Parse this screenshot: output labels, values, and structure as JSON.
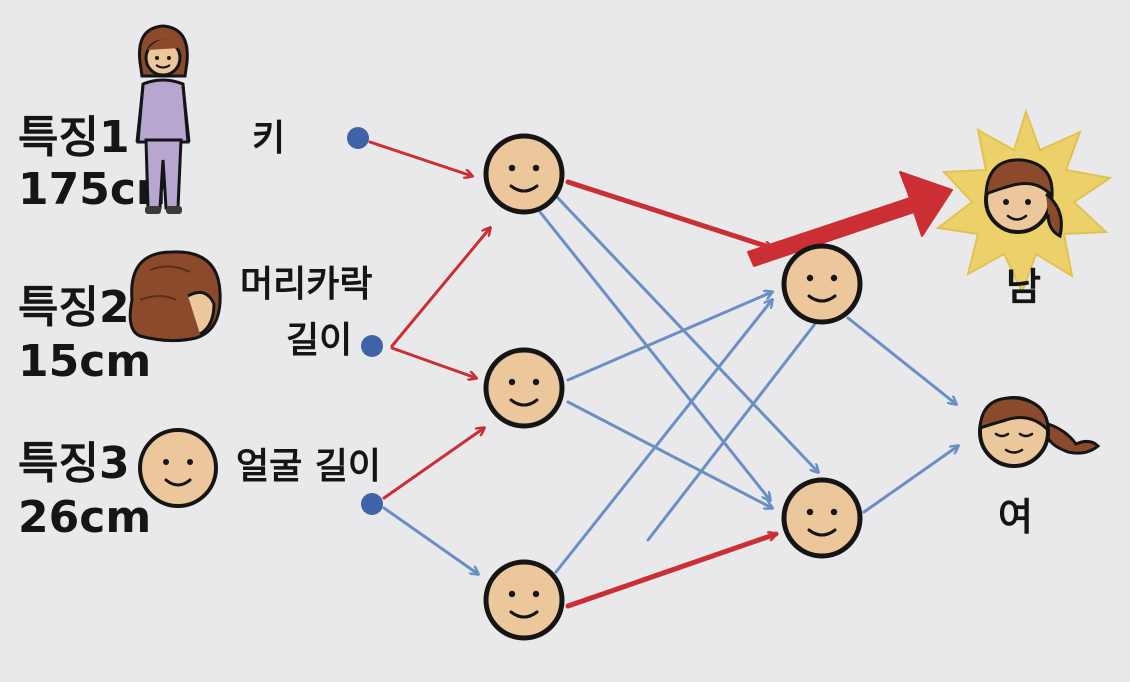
{
  "features": [
    {
      "name": "특징1",
      "value": "175cm",
      "attribute": "키"
    },
    {
      "name": "특징2",
      "value": "15cm",
      "attribute_line1": "머리카락",
      "attribute_line2": "길이"
    },
    {
      "name": "특징3",
      "value": "26cm",
      "attribute": "얼굴 길이"
    }
  ],
  "outputs": {
    "male": "남",
    "female": "여"
  },
  "colors": {
    "background": "#e9e9eb",
    "red_connection": "#cc2f33",
    "blue_connection": "#6a8fc4",
    "input_node": "#3f63a6",
    "face_fill": "#ecc79b",
    "face_outline": "#151515",
    "highlight_burst": "#ecd16b",
    "hair": "#8a4a2b"
  },
  "icons": [
    "standing-person-icon",
    "hair-icon",
    "face-icon",
    "smiling-face-node-icon",
    "boy-face-icon",
    "girl-face-icon",
    "arrow-icon"
  ]
}
